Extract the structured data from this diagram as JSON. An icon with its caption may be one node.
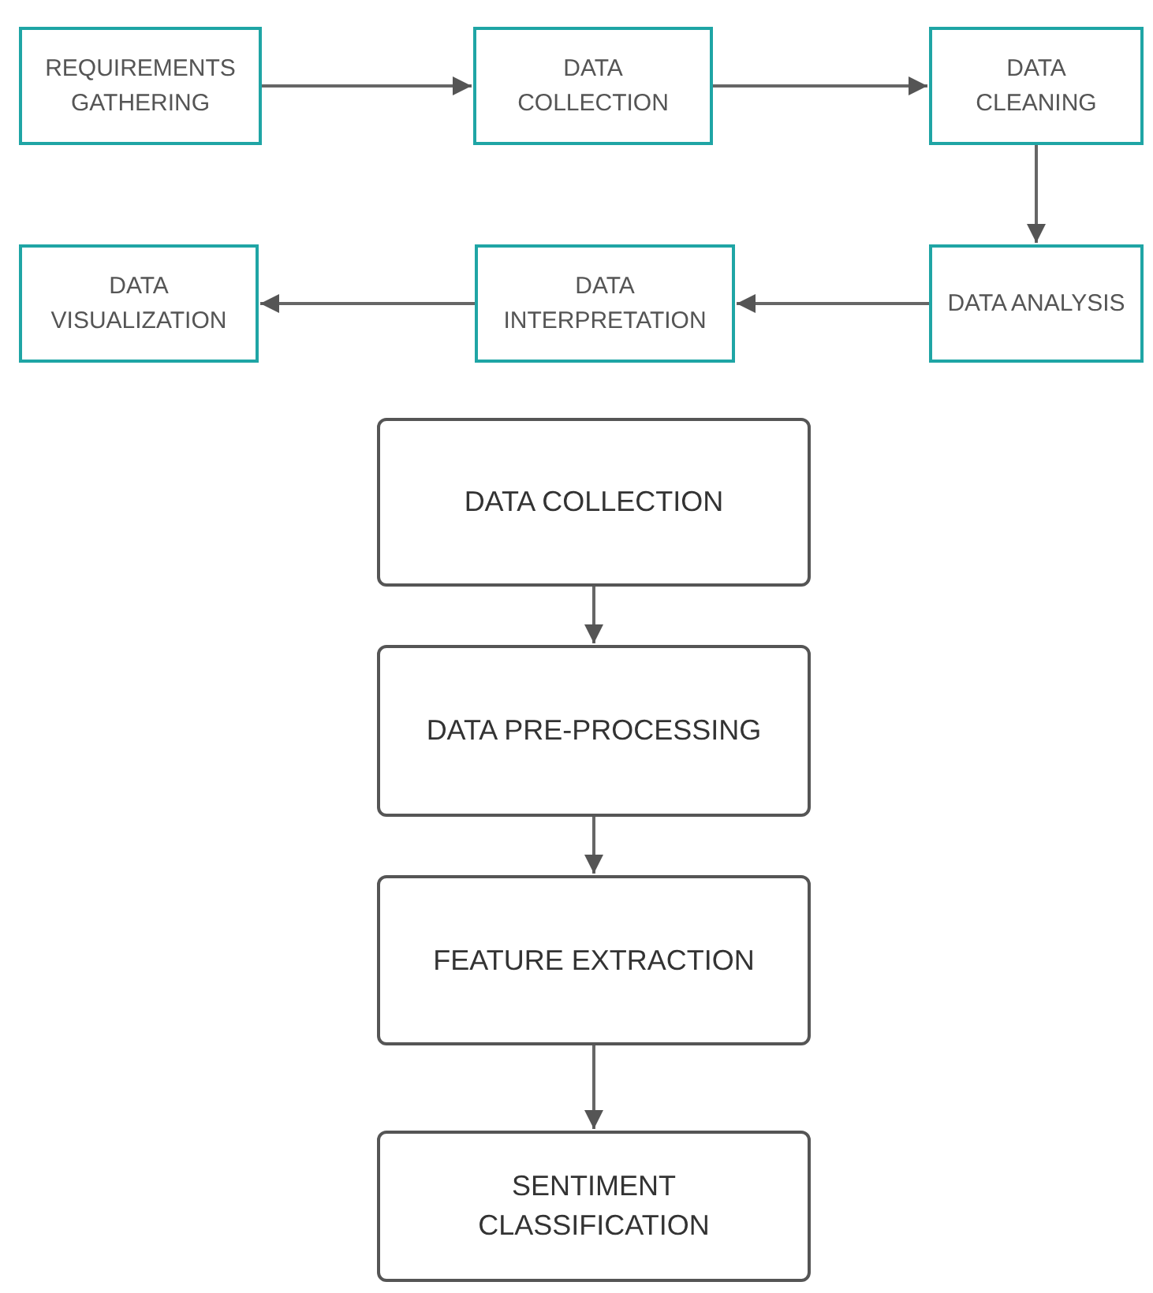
{
  "diagram": {
    "nodes": [
      {
        "text": [
          "REQUIREMENTS GATHERING"
        ]
      },
      {
        "text": [
          "DATA COLLECTION"
        ]
      },
      {
        "text": [
          "DATA CLEANING"
        ]
      },
      {
        "text": [
          "DATA VISUALIZATION"
        ]
      },
      {
        "text": [
          "DATA INTERPRETATION"
        ]
      },
      {
        "text": [
          "DATA ANALYSIS"
        ]
      },
      {
        "text": [
          "DATA COLLECTION"
        ]
      },
      {
        "text": [
          "DATA PRE-PROCESSING"
        ]
      },
      {
        "text": [
          "FEATURE EXTRACTION"
        ]
      },
      {
        "text": [
          "SENTIMENT CLASSIFICATION"
        ]
      }
    ],
    "edges": [
      {
        "from": 0,
        "to": 1,
        "arrow": "to"
      },
      {
        "from": 1,
        "to": 2,
        "arrow": "to"
      },
      {
        "from": 2,
        "to": 5,
        "arrow": "to"
      },
      {
        "from": 5,
        "to": 4,
        "arrow": "to"
      },
      {
        "from": 4,
        "to": 3,
        "arrow": "to"
      },
      {
        "from": 6,
        "to": 7,
        "arrow": "to"
      },
      {
        "from": 7,
        "to": 8,
        "arrow": "to"
      },
      {
        "from": 8,
        "to": 9,
        "arrow": "to"
      }
    ]
  }
}
